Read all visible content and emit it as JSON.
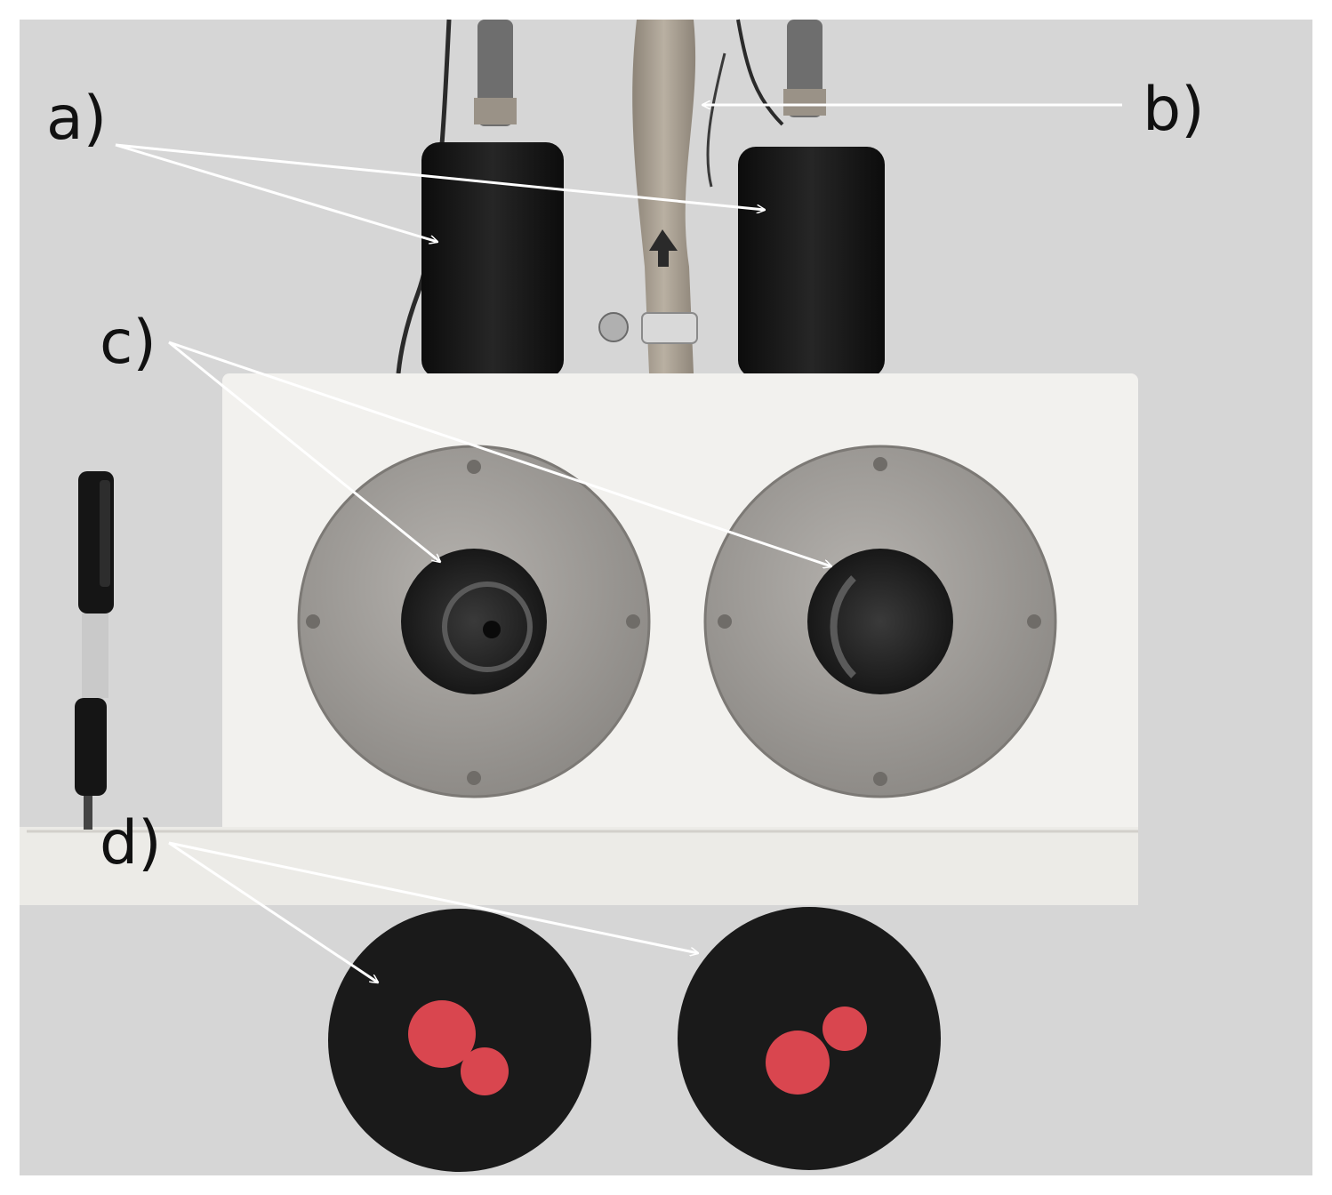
{
  "labels": {
    "a": "a)",
    "b": "b)",
    "c": "c)",
    "d": "d)"
  },
  "colors": {
    "background": "#d6d6d6",
    "housing": "#f2f1ee",
    "steel_plate": "#9d9a96",
    "dark_part": "#181818",
    "cap_accent": "#d9464f",
    "arrow": "#ffffff"
  }
}
